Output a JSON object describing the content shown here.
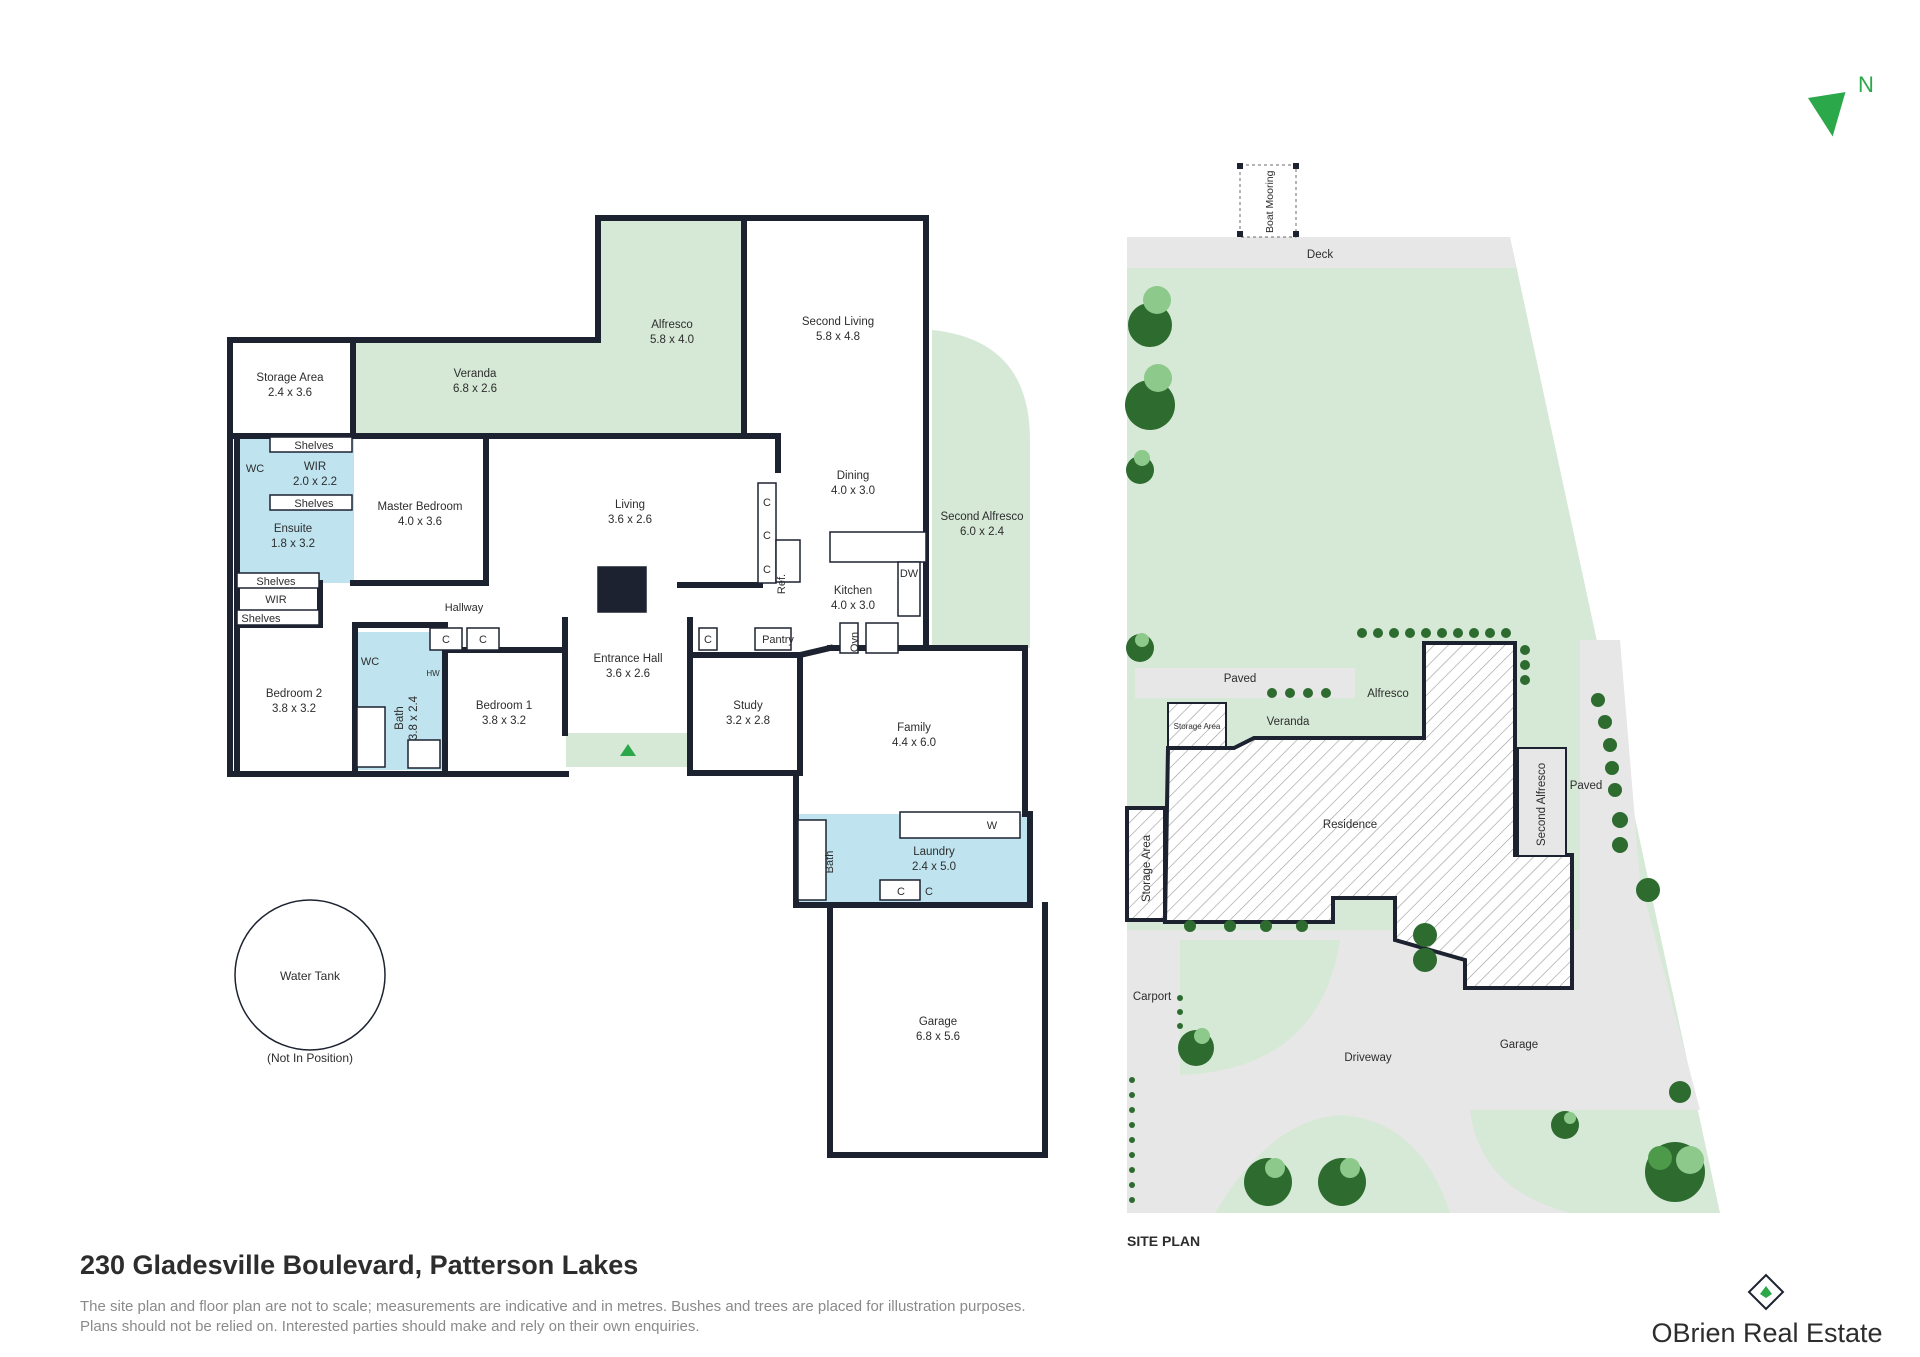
{
  "colors": {
    "wall": "#1c2230",
    "lawn": "#d6e8d6",
    "wet_area": "#bfe4f0",
    "paving": "#e7e7e7",
    "tree_dark": "#2d6b2f",
    "tree_mid": "#4c9a4a",
    "tree_light": "#8cc98a",
    "accent_green": "#2aa84a",
    "text": "#2d2d2d",
    "muted": "#8a8a8a"
  },
  "compass": {
    "label": "N",
    "icon": "north-arrow-icon"
  },
  "floor_plan": {
    "rooms": [
      {
        "id": "alfresco",
        "name": "Alfresco",
        "size": "5.8 x 4.0"
      },
      {
        "id": "second-living",
        "name": "Second Living",
        "size": "5.8 x 4.8"
      },
      {
        "id": "storage-area",
        "name": "Storage Area",
        "size": "2.4 x 3.6"
      },
      {
        "id": "veranda",
        "name": "Veranda",
        "size": "6.8 x 2.6"
      },
      {
        "id": "wir-master",
        "name": "WIR",
        "size": "2.0 x 2.2"
      },
      {
        "id": "master-bedroom",
        "name": "Master Bedroom",
        "size": "4.0 x 3.6"
      },
      {
        "id": "living",
        "name": "Living",
        "size": "3.6 x 2.6"
      },
      {
        "id": "dining",
        "name": "Dining",
        "size": "4.0 x 3.0"
      },
      {
        "id": "second-alfresco",
        "name": "Second Alfresco",
        "size": "6.0 x 2.4"
      },
      {
        "id": "ensuite",
        "name": "Ensuite",
        "size": "1.8 x 3.2"
      },
      {
        "id": "kitchen",
        "name": "Kitchen",
        "size": "4.0 x 3.0"
      },
      {
        "id": "entrance-hall",
        "name": "Entrance Hall",
        "size": "3.6 x 2.6"
      },
      {
        "id": "bedroom-2",
        "name": "Bedroom 2",
        "size": "3.8 x 3.2"
      },
      {
        "id": "bedroom-1",
        "name": "Bedroom 1",
        "size": "3.8 x 3.2"
      },
      {
        "id": "study",
        "name": "Study",
        "size": "3.2 x 2.8"
      },
      {
        "id": "family",
        "name": "Family",
        "size": "4.4 x 6.0"
      },
      {
        "id": "laundry",
        "name": "Laundry",
        "size": "2.4 x 5.0"
      },
      {
        "id": "garage",
        "name": "Garage",
        "size": "6.8 x 5.6"
      },
      {
        "id": "bath-main",
        "name": "Bath",
        "size": "3.8 x 2.4"
      }
    ],
    "fixtures": {
      "shelves": "Shelves",
      "wc": "WC",
      "wir": "WIR",
      "hallway": "Hallway",
      "pantry": "Pantry",
      "ref": "Ref.",
      "dw": "DW",
      "oven": "Ovn",
      "cupboard": "C",
      "washer": "W",
      "hw": "HW",
      "bath": "Bath"
    },
    "water_tank": {
      "name": "Water Tank",
      "note": "(Not In Position)"
    }
  },
  "site_plan": {
    "title": "SITE PLAN",
    "labels": {
      "boat_mooring": "Boat Mooring",
      "deck": "Deck",
      "paved_top": "Paved",
      "alfresco": "Alfresco",
      "storage_area_small": "Storage Area",
      "veranda": "Veranda",
      "second_alfresco": "Second Alfresco",
      "paved_right": "Paved",
      "residence": "Residence",
      "storage_area": "Storage Area",
      "carport": "Carport",
      "driveway": "Driveway",
      "garage": "Garage"
    }
  },
  "footer": {
    "address": "230 Gladesville Boulevard, Patterson Lakes",
    "disclaimer_line1": "The site plan and floor plan are not to scale; measurements are indicative and in metres. Bushes and trees are placed for illustration purposes.",
    "disclaimer_line2": "Plans should not be relied on. Interested parties should make and rely on their own enquiries."
  },
  "brand": {
    "name": "OBrien Real Estate",
    "icon": "obrien-diamond-logo-icon"
  }
}
